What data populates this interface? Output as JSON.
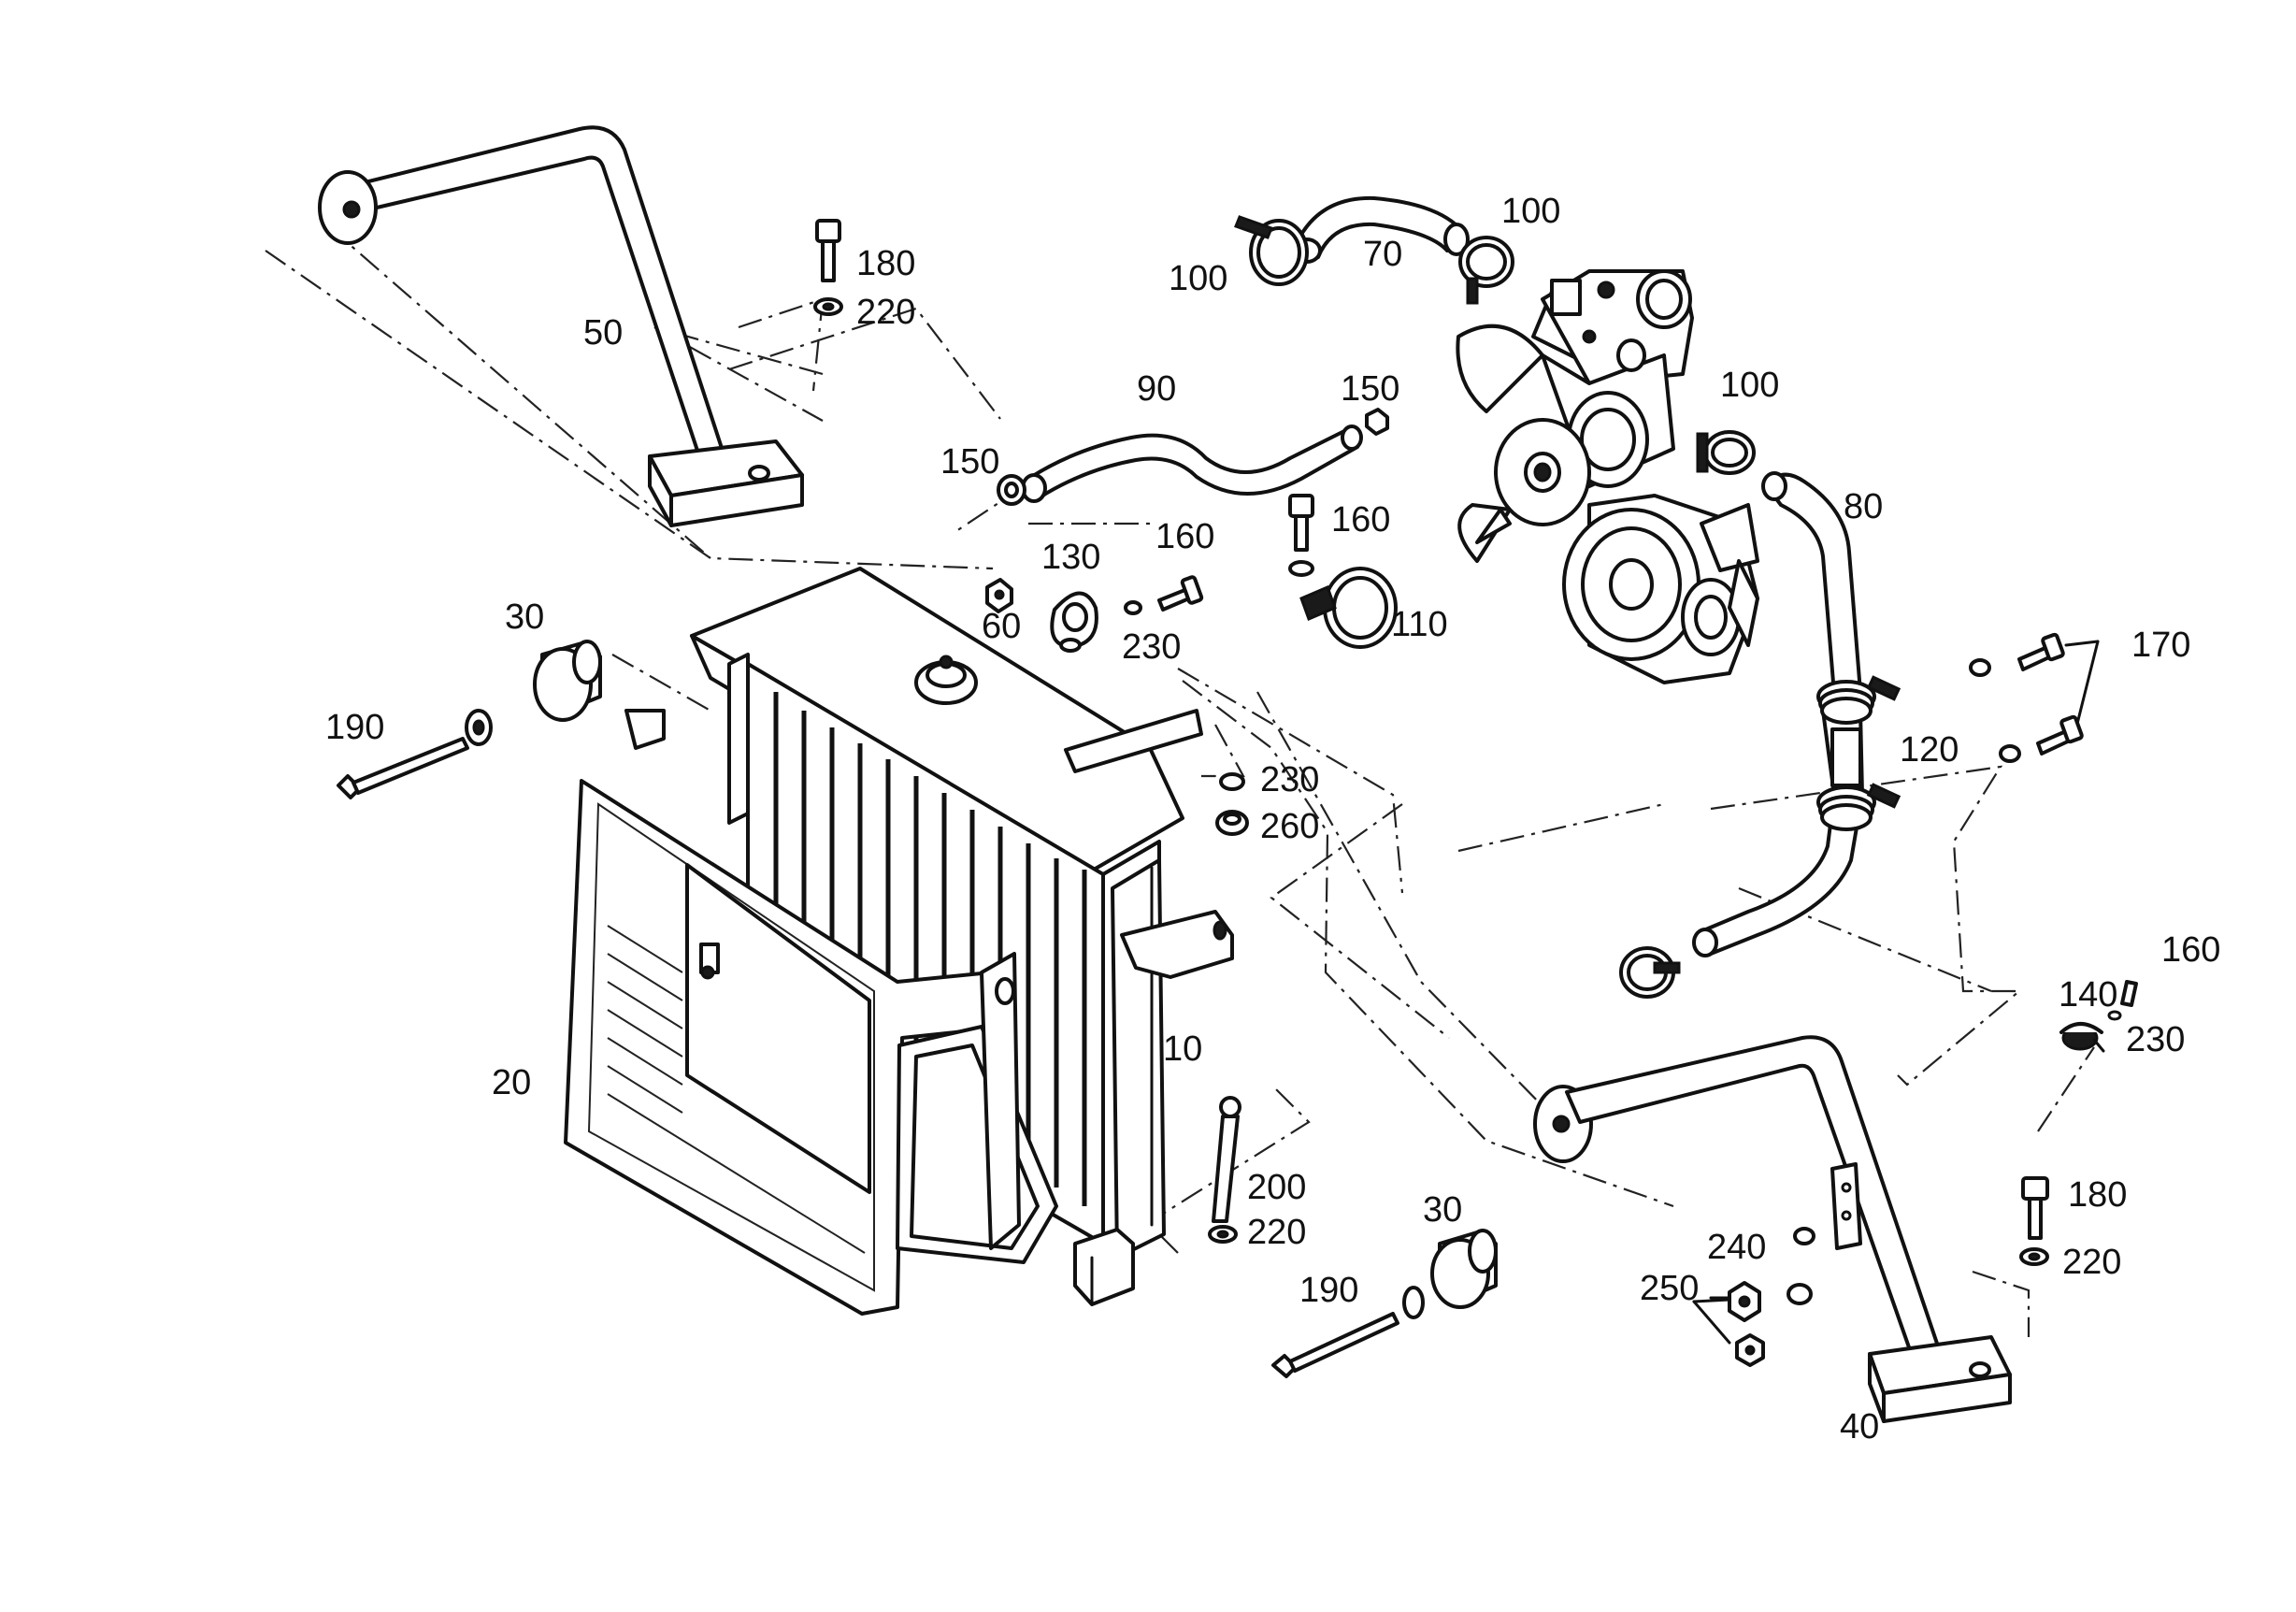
{
  "labels": {
    "p10": "10",
    "p20": "20",
    "p30_left": "30",
    "p30_right": "30",
    "p40": "40",
    "p50": "50",
    "p60": "60",
    "p70": "70",
    "p80": "80",
    "p90": "90",
    "p100_left": "100",
    "p100_top": "100",
    "p100_right": "100",
    "p110": "110",
    "p120": "120",
    "p130": "130",
    "p140": "140",
    "p150_left": "150",
    "p150_right": "150",
    "p160_a": "160",
    "p160_b": "160",
    "p160_c": "160",
    "p170": "170",
    "p180_top": "180",
    "p180_right": "180",
    "p190_left": "190",
    "p190_bottom": "190",
    "p200": "200",
    "p220_top": "220",
    "p220_mid": "220",
    "p220_right": "220",
    "p230_a": "230",
    "p230_b": "230",
    "p230_c": "230",
    "p240": "240",
    "p250": "250",
    "p260": "260"
  },
  "colors": {
    "ink": "#111111",
    "paper": "#ffffff"
  }
}
